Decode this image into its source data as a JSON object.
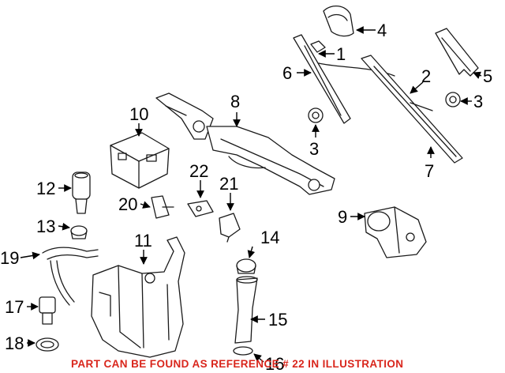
{
  "diagram": {
    "callouts": [
      "1",
      "2",
      "3",
      "3",
      "4",
      "5",
      "6",
      "7",
      "8",
      "9",
      "10",
      "11",
      "12",
      "13",
      "14",
      "15",
      "16",
      "17",
      "18",
      "19",
      "20",
      "21",
      "22"
    ],
    "footer_note": "PART CAN BE FOUND AS REFERENCE # 22 IN ILLUSTRATION",
    "footer_color": "#d9261c"
  }
}
